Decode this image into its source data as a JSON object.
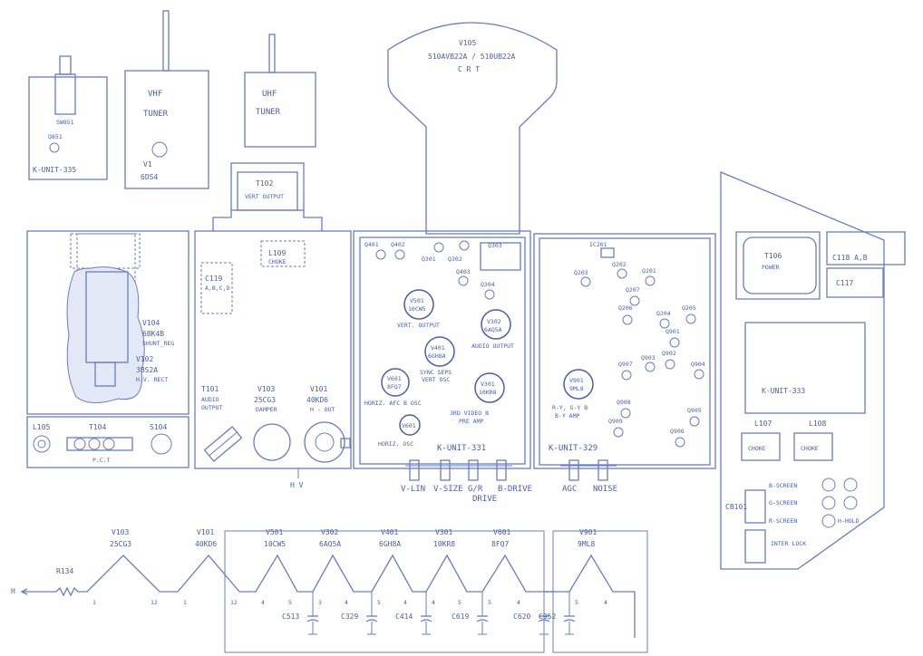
{
  "components": {
    "crt": {
      "ref": "V105",
      "part": "510AVB22A / 510UB22A",
      "desc": "C R T"
    },
    "k335": {
      "sw": "SW851",
      "lamp": "Q851",
      "unit": "K-UNIT-335"
    },
    "vhf": {
      "title1": "VHF",
      "title2": "TUNER",
      "ref": "V1",
      "part": "6DS4"
    },
    "uhf": {
      "title1": "UHF",
      "title2": "TUNER"
    },
    "t102": {
      "ref": "T102",
      "desc": "VERT OUTPUT"
    },
    "v104": {
      "ref": "V104",
      "part": "6BK4B",
      "desc": "SHUNT_REG"
    },
    "v102": {
      "ref": "V102",
      "part": "3BS2A",
      "desc": "H.V. RECT"
    },
    "pct": {
      "l105": "L105",
      "t104": "T104",
      "s104": "S104",
      "label": "P.C.T"
    },
    "c119": {
      "ref": "C119",
      "sub": "A,B,C,D"
    },
    "l109": {
      "ref": "L109",
      "desc": "CHOKE"
    },
    "t101": {
      "ref": "T101",
      "d1": "AUDIO",
      "d2": "OUTPUT"
    },
    "v103": {
      "ref": "V103",
      "part": "25CG3",
      "desc": "DAMPER"
    },
    "v101": {
      "ref": "V101",
      "part": "40KD6",
      "desc": "H - OUT"
    },
    "hv": "H V",
    "k331": {
      "unit": "K-UNIT-331",
      "q401": "Q401",
      "q402": "Q402",
      "q301": "Q301",
      "q302": "Q302",
      "q303": "Q303",
      "q403": "Q403",
      "q304": "Q304",
      "v501": {
        "ref": "V501",
        "part": "10CW5",
        "desc": "VERT. OUTPUT"
      },
      "v302": {
        "ref": "V302",
        "part": "6AQ5A",
        "desc": "AUDIO OUTPUT"
      },
      "v401": {
        "ref": "V401",
        "part": "6GH8A",
        "d1": "SYNC SEPS",
        "d2": "VERT OSC"
      },
      "v601": {
        "ref": "V601",
        "part": "8FQ7",
        "desc": "HORIZ. AFC B OSC"
      },
      "v301": {
        "ref": "V301",
        "part": "10KR8",
        "d1": "3RD VIDEO B",
        "d2": "PRE AMP"
      },
      "v602": {
        "ref": "V601",
        "desc": "HORIZ. OSC"
      }
    },
    "k329": {
      "unit": "K-UNIT-329",
      "ic201": "IC201",
      "q202": "Q202",
      "q203": "Q203",
      "q201": "Q201",
      "q207": "Q207",
      "q206": "Q206",
      "q204": "Q204",
      "q205": "Q205",
      "q901": "Q901",
      "q902": "Q902",
      "q903": "Q903",
      "q907": "Q907",
      "q904": "Q904",
      "q908": "Q908",
      "q909": "Q909",
      "q905": "Q905",
      "q906": "Q906",
      "v901": {
        "ref": "V901",
        "part": "9ML8",
        "d1": "R-Y, G-Y B",
        "d2": "B-Y AMP"
      }
    },
    "controls": {
      "vlin": "V-LIN",
      "vsize": "V-SIZE",
      "gr": "G/R",
      "bdrive": "B-DRIVE",
      "drive": "DRIVE",
      "agc": "AGC",
      "noise": "NOISE"
    },
    "right": {
      "t106": {
        "ref": "T106",
        "desc": "POWER"
      },
      "c118": "C118 A,B",
      "c117": "C117",
      "k333": "K-UNIT-333",
      "l107": {
        "ref": "L107",
        "desc": "CHOKE"
      },
      "l108": {
        "ref": "L108",
        "desc": "CHOKE"
      },
      "cb101": "CB101",
      "bscreen": "B-SCREEN",
      "gscreen": "G-SCREEN",
      "rscreen": "R-SCREEN",
      "hhold": "H-HOLD",
      "interlock": "INTER LOCK"
    }
  },
  "heater": {
    "h": "H",
    "r134": "R134",
    "tubes": [
      {
        "ref": "V103",
        "part": "25CG3",
        "pa": "1",
        "pb": "12"
      },
      {
        "ref": "V101",
        "part": "40KD6",
        "pa": "1",
        "pb": "12"
      },
      {
        "ref": "V501",
        "part": "10CW5",
        "pa": "4",
        "pb": "5"
      },
      {
        "ref": "V302",
        "part": "6AQ5A",
        "pa": "3",
        "pb": "4"
      },
      {
        "ref": "V401",
        "part": "6GH8A",
        "pa": "5",
        "pb": "4"
      },
      {
        "ref": "V301",
        "part": "10KR8",
        "pa": "4",
        "pb": "5"
      },
      {
        "ref": "V601",
        "part": "8FQ7",
        "pa": "5",
        "pb": "4"
      },
      {
        "ref": "V901",
        "part": "9ML8",
        "pa": "5",
        "pb": "4"
      }
    ],
    "caps": [
      "C513",
      "C329",
      "C414",
      "C619",
      "C620",
      "C952"
    ]
  }
}
